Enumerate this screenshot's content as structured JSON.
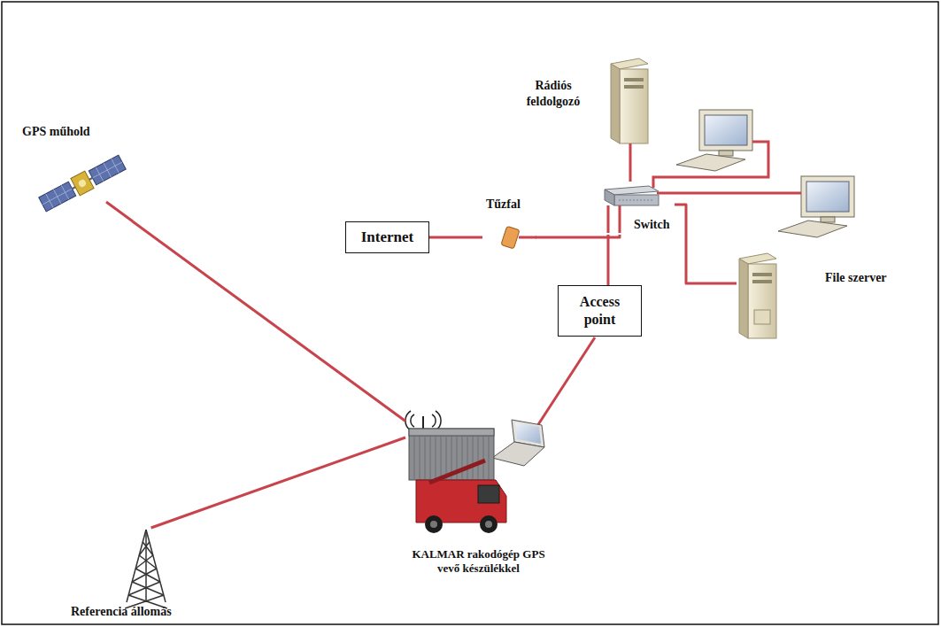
{
  "diagram": {
    "nodes": [
      {
        "text": [
          "GPS műhold"
        ]
      },
      {
        "text": [
          "Rádiós feldolgozó"
        ]
      },
      {
        "text": [
          "Internet"
        ]
      },
      {
        "text": [
          "Tűzfal"
        ]
      },
      {
        "text": [
          "Switch"
        ]
      },
      {
        "text": [
          "File szerver"
        ]
      },
      {
        "text": [
          "Access point"
        ]
      },
      {
        "text": [
          "KALMAR rakodógép GPS vevő készülékkel"
        ]
      },
      {
        "text": [
          "Referencia állomás"
        ]
      }
    ],
    "edges": [
      {
        "from": 0,
        "to": 7,
        "arrow": "none"
      },
      {
        "from": 8,
        "to": 7,
        "arrow": "none"
      },
      {
        "from": 2,
        "to": 3,
        "arrow": "none"
      },
      {
        "from": 3,
        "to": 4,
        "arrow": "none"
      },
      {
        "from": 1,
        "to": 4,
        "arrow": "none"
      },
      {
        "from": 4,
        "to": 5,
        "arrow": "none"
      },
      {
        "from": 6,
        "to": 4,
        "arrow": "none"
      }
    ]
  }
}
